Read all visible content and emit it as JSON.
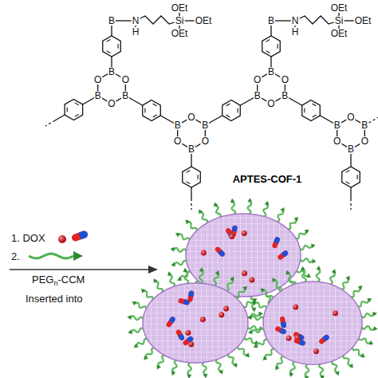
{
  "diagram": {
    "labels": [
      "B",
      "N",
      "H",
      "Si",
      "OEt",
      "OEt",
      "OEt",
      "B",
      "N",
      "H",
      "Si",
      "OEt",
      "OEt",
      "OEt",
      "B",
      "O",
      "B",
      "O",
      "B",
      "O",
      "B",
      "O",
      "B",
      "O",
      "B",
      "O",
      "O",
      "B",
      "O",
      "B",
      "O",
      "B",
      "O",
      "B",
      "O",
      "B",
      "O",
      "B",
      "APTES-COF-1",
      "1. DOX",
      "2.",
      "PEG",
      "n",
      "-CCM",
      "Inserted into"
    ]
  }
}
